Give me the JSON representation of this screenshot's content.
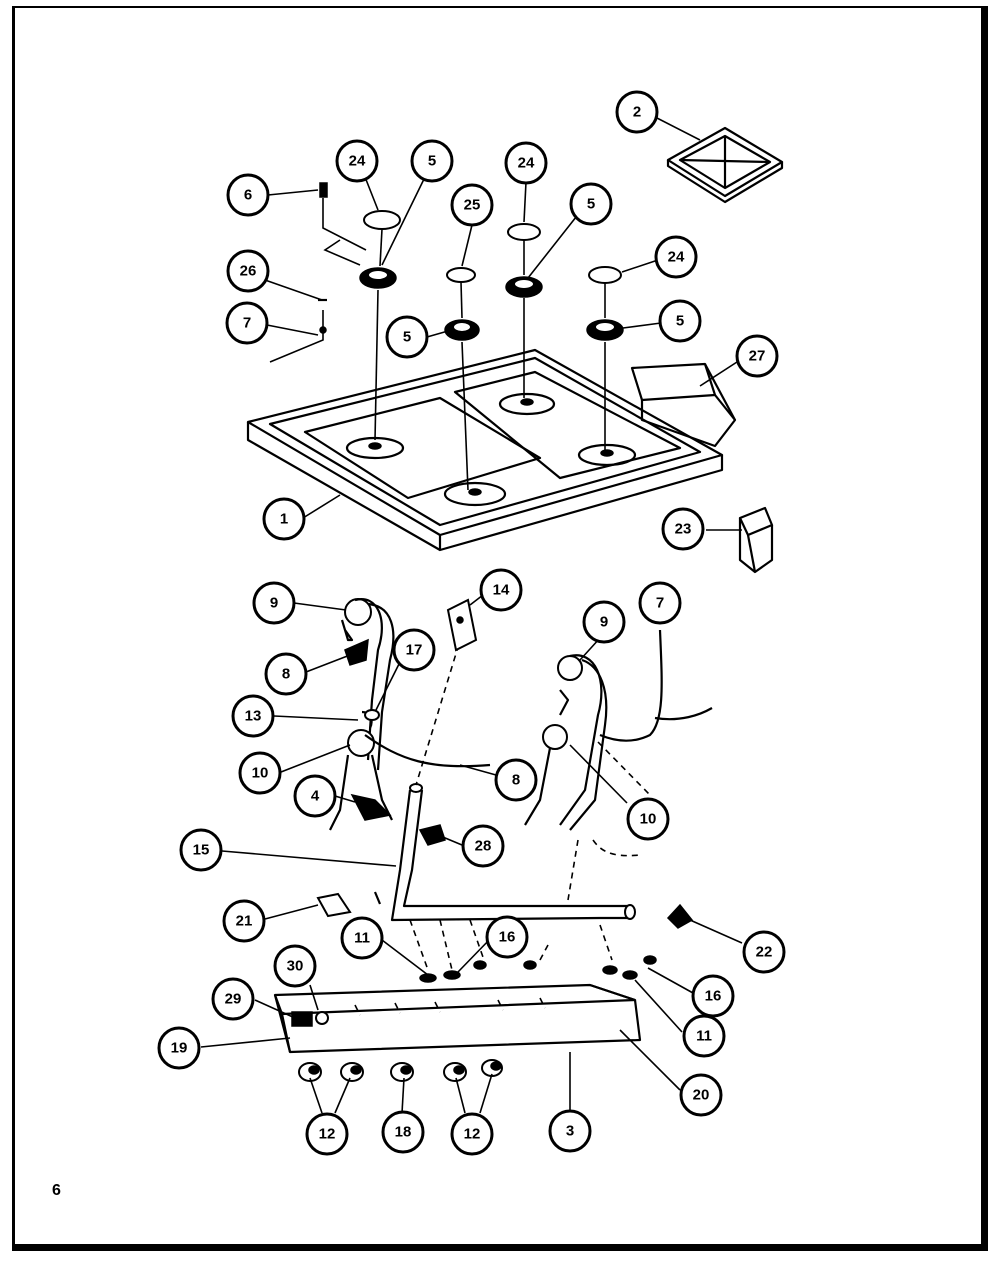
{
  "page_number": "6",
  "callouts": [
    {
      "label": "2"
    },
    {
      "label": "24"
    },
    {
      "label": "5"
    },
    {
      "label": "24"
    },
    {
      "label": "6"
    },
    {
      "label": "25"
    },
    {
      "label": "5"
    },
    {
      "label": "24"
    },
    {
      "label": "26"
    },
    {
      "label": "7"
    },
    {
      "label": "5"
    },
    {
      "label": "5"
    },
    {
      "label": "27"
    },
    {
      "label": "1"
    },
    {
      "label": "23"
    },
    {
      "label": "9"
    },
    {
      "label": "14"
    },
    {
      "label": "7"
    },
    {
      "label": "9"
    },
    {
      "label": "8"
    },
    {
      "label": "17"
    },
    {
      "label": "13"
    },
    {
      "label": "10"
    },
    {
      "label": "8"
    },
    {
      "label": "10"
    },
    {
      "label": "4"
    },
    {
      "label": "15"
    },
    {
      "label": "28"
    },
    {
      "label": "21"
    },
    {
      "label": "11"
    },
    {
      "label": "16"
    },
    {
      "label": "22"
    },
    {
      "label": "30"
    },
    {
      "label": "16"
    },
    {
      "label": "29"
    },
    {
      "label": "11"
    },
    {
      "label": "19"
    },
    {
      "label": "20"
    },
    {
      "label": "12"
    },
    {
      "label": "18"
    },
    {
      "label": "12"
    },
    {
      "label": "3"
    }
  ]
}
